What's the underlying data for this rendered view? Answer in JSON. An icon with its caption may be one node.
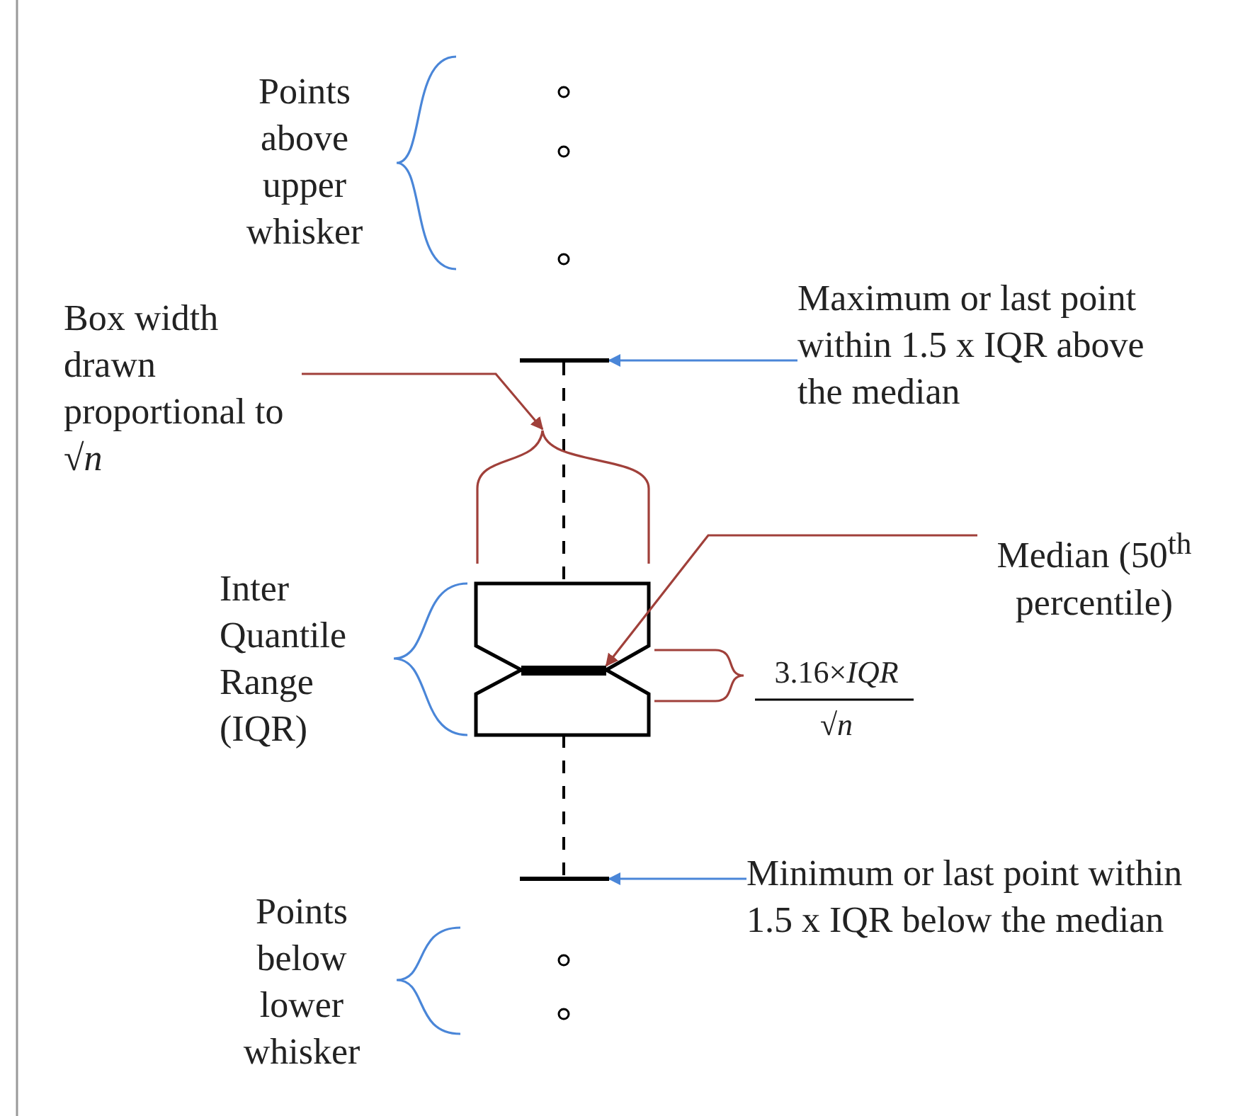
{
  "diagram": {
    "nodes": [
      {
        "text": [
          "Box width drawn proportional to √*n*"
        ]
      },
      {
        "text": [
          "Maximum or last point within 1.5 x IQR above the median"
        ]
      },
      {
        "text": [],
        "shape": "bar"
      },
      {
        "text": [
          "Median (50$^{th}$ percentile)"
        ]
      },
      {
        "text": [],
        "shape": "bar"
      },
      {
        "text": [
          "Minimum or last point within 1.5 x IQR below the median"
        ]
      },
      {
        "text": [],
        "shape": "bar"
      },
      {
        "text": [],
        "shape": "bracket"
      }
    ],
    "edges": [
      {
        "from": 0,
        "to": 7,
        "arrow": "to",
        "color": "#a0403a"
      },
      {
        "from": 1,
        "to": 2,
        "arrow": "to",
        "color": "#4a86d8"
      },
      {
        "from": 3,
        "to": 4,
        "arrow": "to",
        "color": "#a0403a"
      },
      {
        "from": 5,
        "to": 6,
        "arrow": "to",
        "color": "#4a86d8"
      }
    ],
    "labels": [
      "Points above upper whisker",
      "Inter Quantile Range (IQR)",
      "3.16×*IQR*",
      "√*n*",
      "Points below lower whisker"
    ]
  }
}
